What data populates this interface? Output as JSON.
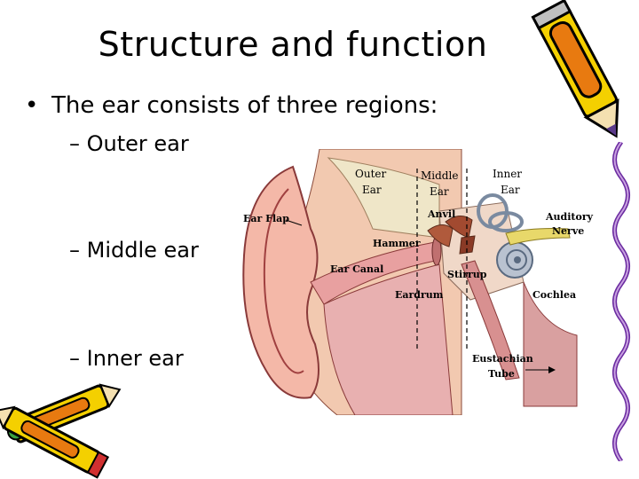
{
  "slide": {
    "title": "Structure and function",
    "bullet": "The ear consists of three regions:",
    "subitems": [
      "– Outer ear",
      "– Middle ear",
      "– Inner ear"
    ]
  },
  "diagram": {
    "regions": {
      "outer": [
        "Outer",
        "Ear"
      ],
      "middle": [
        "Middle",
        "Ear"
      ],
      "inner": [
        "Inner",
        "Ear"
      ]
    },
    "labels": {
      "ear_flap": "Ear Flap",
      "anvil": "Anvil",
      "auditory": [
        "Auditory",
        "Nerve"
      ],
      "hammer": "Hammer",
      "ear_canal": "Ear Canal",
      "stirrup": "Stirrup",
      "eardrum": "Eardrum",
      "cochlea": "Cochlea",
      "eustachian": [
        "Eustachian",
        "Tube"
      ]
    }
  },
  "colors": {
    "skin": "#f2c9b0",
    "flesh": "#e8a0a0",
    "bone": "#efe6c8",
    "ossicles": "#b05a3c",
    "cochlea": "#b9c2d0",
    "pencil_yellow": "#f4d000",
    "pencil_orange": "#e87a10"
  }
}
